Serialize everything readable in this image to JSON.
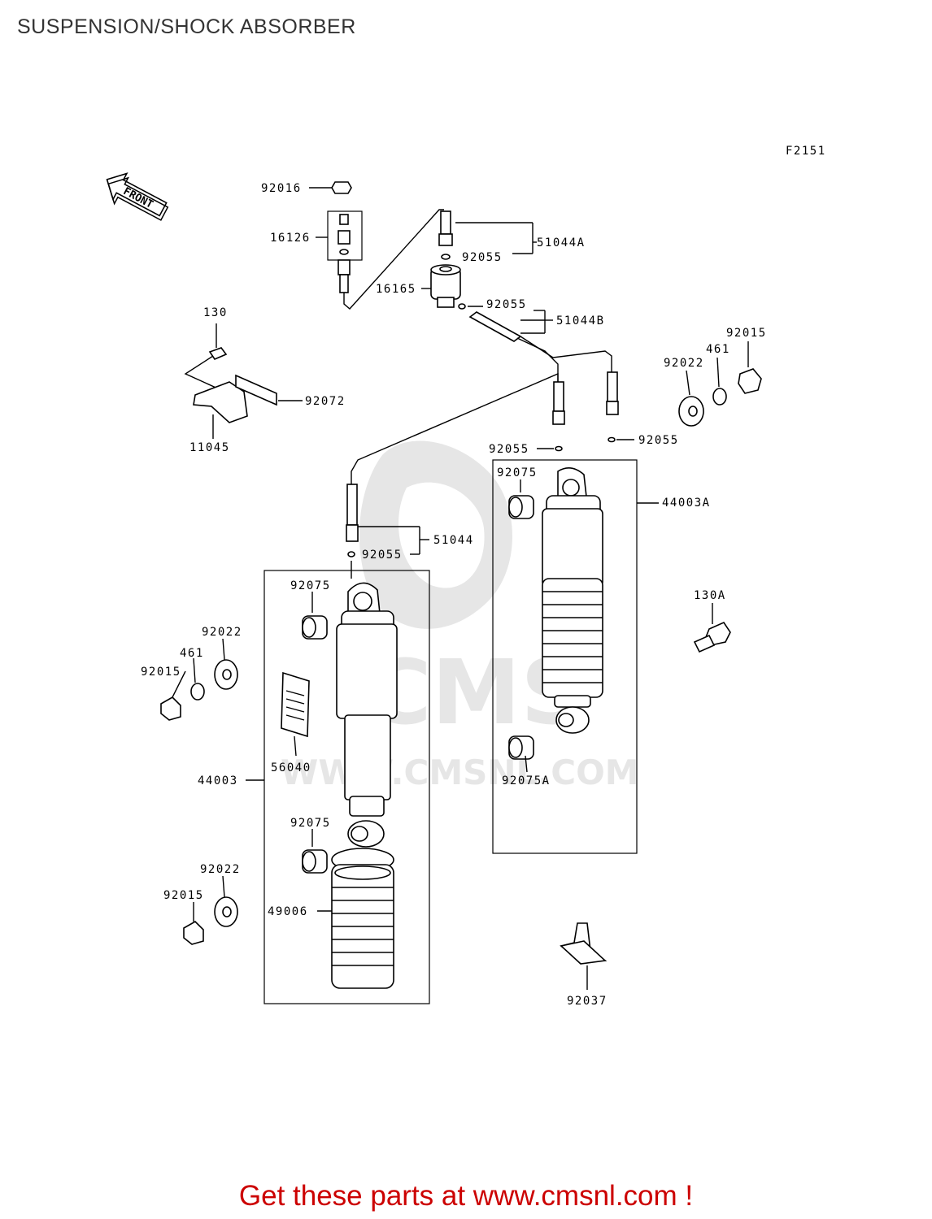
{
  "title": "SUSPENSION/SHOCK ABSORBER",
  "figure_code": "F2151",
  "front_label": "FRONT",
  "watermark": {
    "logo": "CMS",
    "url": "WWW.CMSNL.COM"
  },
  "footer": "Get these parts at www.cmsnl.com !",
  "callouts": {
    "c92016": "92016",
    "c16126": "16126",
    "c51044A": "51044A",
    "c92055_top": "92055",
    "c16165": "16165",
    "c92055_b": "92055",
    "c51044B": "51044B",
    "c130": "130",
    "c92072": "92072",
    "c11045": "11045",
    "c92015_r": "92015",
    "c461_r": "461",
    "c92022_r": "92022",
    "c92055_m1": "92055",
    "c92055_m2": "92055",
    "c92075_r": "92075",
    "c44003A": "44003A",
    "c51044": "51044",
    "c92055_l": "92055",
    "c92075_l1": "92075",
    "c92022_l1": "92022",
    "c461_l": "461",
    "c92015_l1": "92015",
    "c130A": "130A",
    "c56040": "56040",
    "c92075A": "92075A",
    "c44003": "44003",
    "c92075_l2": "92075",
    "c92022_l2": "92022",
    "c92015_l2": "92015",
    "c49006": "49006",
    "c92037": "92037"
  },
  "colors": {
    "footer": "#cc0000",
    "title": "#333333",
    "watermark": "#e6e6e6"
  }
}
